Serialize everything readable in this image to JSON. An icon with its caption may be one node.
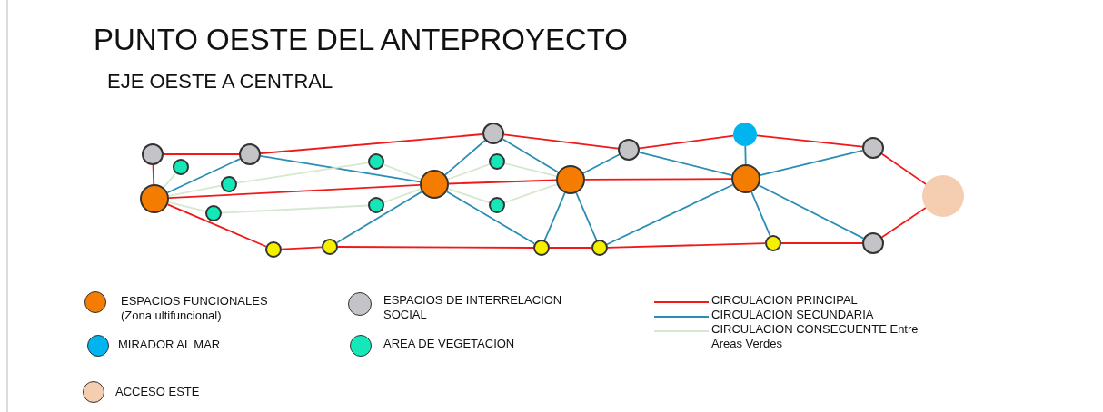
{
  "diagram": {
    "title": "PUNTO OESTE DEL ANTEPROYECTO",
    "nodes": [
      {
        "text": [],
        "shape": "circle"
      },
      {
        "text": [],
        "shape": "circle"
      },
      {
        "text": [],
        "shape": "circle"
      },
      {
        "text": [],
        "shape": "circle"
      },
      {
        "text": [],
        "shape": "circle"
      },
      {
        "text": [],
        "shape": "circle"
      },
      {
        "text": [],
        "shape": "circle"
      },
      {
        "text": [],
        "shape": "circle"
      },
      {
        "text": [],
        "shape": "circle"
      },
      {
        "text": [],
        "shape": "circle"
      },
      {
        "text": [],
        "shape": "circle"
      },
      {
        "text": [],
        "shape": "circle"
      },
      {
        "text": [],
        "shape": "circle"
      },
      {
        "text": [],
        "shape": "circle"
      },
      {
        "text": [],
        "shape": "circle"
      },
      {
        "text": [],
        "shape": "circle"
      },
      {
        "text": [],
        "shape": "circle"
      },
      {
        "text": [],
        "shape": "circle"
      },
      {
        "text": [],
        "shape": "circle"
      },
      {
        "text": [],
        "shape": "circle"
      },
      {
        "text": [],
        "shape": "circle"
      },
      {
        "text": [],
        "shape": "circle"
      },
      {
        "text": [],
        "shape": "circle"
      },
      {
        "text": [],
        "shape": "circle"
      }
    ],
    "edges": [
      {
        "from": 0,
        "to": 7,
        "arrow": "none"
      },
      {
        "from": 0,
        "to": 1,
        "arrow": "none"
      },
      {
        "from": 1,
        "to": 2,
        "arrow": "none"
      },
      {
        "from": 2,
        "to": 3,
        "arrow": "none"
      },
      {
        "from": 3,
        "to": 4,
        "arrow": "none"
      },
      {
        "from": 4,
        "to": 5,
        "arrow": "none"
      },
      {
        "from": 5,
        "to": 6,
        "arrow": "none"
      },
      {
        "from": 6,
        "to": 11,
        "arrow": "none"
      },
      {
        "from": 11,
        "to": 23,
        "arrow": "none"
      },
      {
        "from": 23,
        "to": 22,
        "arrow": "none"
      },
      {
        "from": 22,
        "to": 21,
        "arrow": "none"
      },
      {
        "from": 21,
        "to": 20,
        "arrow": "none"
      },
      {
        "from": 20,
        "to": 19,
        "arrow": "none"
      },
      {
        "from": 19,
        "to": 7,
        "arrow": "none"
      },
      {
        "from": 7,
        "to": 8,
        "arrow": "none"
      },
      {
        "from": 8,
        "to": 9,
        "arrow": "none"
      },
      {
        "from": 9,
        "to": 10,
        "arrow": "none"
      },
      {
        "from": 7,
        "to": 1,
        "arrow": "none",
        "color": "#2b8db3"
      },
      {
        "from": 1,
        "to": 8,
        "arrow": "none",
        "color": "#2b8db3"
      },
      {
        "from": 8,
        "to": 2,
        "arrow": "none",
        "color": "#2b8db3"
      },
      {
        "from": 8,
        "to": 20,
        "arrow": "none",
        "color": "#2b8db3"
      },
      {
        "from": 8,
        "to": 21,
        "arrow": "none",
        "color": "#2b8db3"
      },
      {
        "from": 2,
        "to": 9,
        "arrow": "none",
        "color": "#2b8db3"
      },
      {
        "from": 9,
        "to": 3,
        "arrow": "none",
        "color": "#2b8db3"
      },
      {
        "from": 9,
        "to": 21,
        "arrow": "none",
        "color": "#2b8db3"
      },
      {
        "from": 9,
        "to": 22,
        "arrow": "none",
        "color": "#2b8db3"
      },
      {
        "from": 3,
        "to": 10,
        "arrow": "none",
        "color": "#2b8db3"
      },
      {
        "from": 22,
        "to": 10,
        "arrow": "none",
        "color": "#2b8db3"
      },
      {
        "from": 10,
        "to": 4,
        "arrow": "none",
        "color": "#2b8db3"
      },
      {
        "from": 10,
        "to": 5,
        "arrow": "none",
        "color": "#2b8db3"
      },
      {
        "from": 10,
        "to": 23,
        "arrow": "none",
        "color": "#2b8db3"
      },
      {
        "from": 10,
        "to": 11,
        "arrow": "none",
        "color": "#2b8db3"
      },
      {
        "from": 7,
        "to": 12,
        "arrow": "none",
        "color": "#d6e8cf"
      },
      {
        "from": 7,
        "to": 13,
        "arrow": "none",
        "color": "#d6e8cf"
      },
      {
        "from": 13,
        "to": 15,
        "arrow": "none",
        "color": "#d6e8cf"
      },
      {
        "from": 7,
        "to": 14,
        "arrow": "none",
        "color": "#d6e8cf"
      },
      {
        "from": 14,
        "to": 16,
        "arrow": "none",
        "color": "#d6e8cf"
      },
      {
        "from": 15,
        "to": 8,
        "arrow": "none",
        "color": "#d6e8cf"
      },
      {
        "from": 16,
        "to": 8,
        "arrow": "none",
        "color": "#d6e8cf"
      },
      {
        "from": 8,
        "to": 17,
        "arrow": "none",
        "color": "#d6e8cf"
      },
      {
        "from": 8,
        "to": 18,
        "arrow": "none",
        "color": "#d6e8cf"
      },
      {
        "from": 17,
        "to": 9,
        "arrow": "none",
        "color": "#d6e8cf"
      },
      {
        "from": 18,
        "to": 9,
        "arrow": "none",
        "color": "#d6e8cf"
      }
    ],
    "labels": [
      "EJE OESTE A CENTRAL"
    ],
    "legend": [
      {
        "text": "ESPACIOS FUNCIONALES (Zona ultifuncional)",
        "color": "#f47c00"
      },
      {
        "text": "MIRADOR AL MAR",
        "color": "#00b4f0"
      },
      {
        "text": "ACCESO ESTE",
        "color": "#f5cdb0"
      },
      {
        "text": "ESPACIOS DE INTERRELACION SOCIAL",
        "color": "#c4c4c8"
      },
      {
        "text": "AREA DE VEGETACION",
        "color": "#14e8b8"
      },
      {
        "text": "CIRCULACION PRINCIPAL"
      },
      {
        "text": "CIRCULACION SECUNDARIA"
      },
      {
        "text": "CIRCULACION CONSECUENTE Entre Areas Verdes"
      }
    ]
  }
}
